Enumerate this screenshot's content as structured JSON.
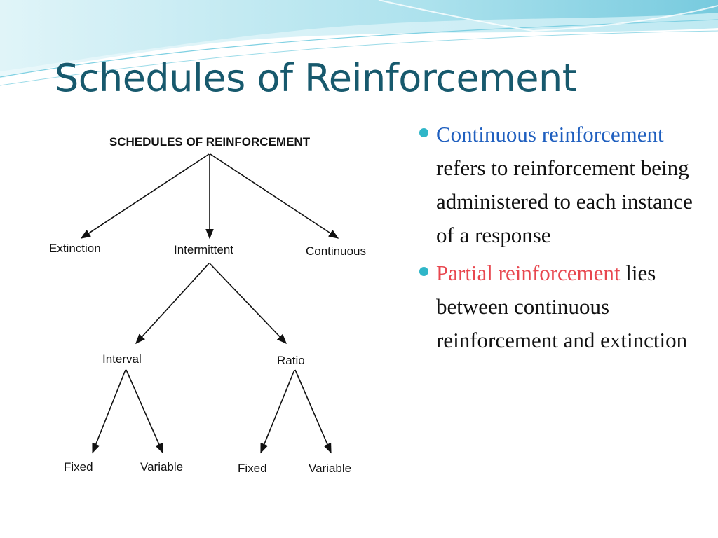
{
  "slide": {
    "title": "Schedules of Reinforcement"
  },
  "diagram": {
    "heading": "SCHEDULES OF REINFORCEMENT",
    "nodes": {
      "extinction": "Extinction",
      "intermittent": "Intermittent",
      "continuous": "Continuous",
      "interval": "Interval",
      "ratio": "Ratio",
      "interval_fixed": "Fixed",
      "interval_variable": "Variable",
      "ratio_fixed": "Fixed",
      "ratio_variable": "Variable"
    }
  },
  "bullets": [
    {
      "highlight": "Continuous reinforcement",
      "text": " refers to reinforcement being administered to each instance of a response",
      "highlight_color": "#1f5fbf"
    },
    {
      "highlight": "Partial reinforcement",
      "text": " lies between continuous reinforcement and extinction",
      "highlight_color": "#e8474f"
    }
  ],
  "colors": {
    "title": "#17596d",
    "bullet_marker": "#2fb6c8",
    "swoosh_light": "#bfe8f2",
    "swoosh_mid": "#7fd0e2"
  }
}
